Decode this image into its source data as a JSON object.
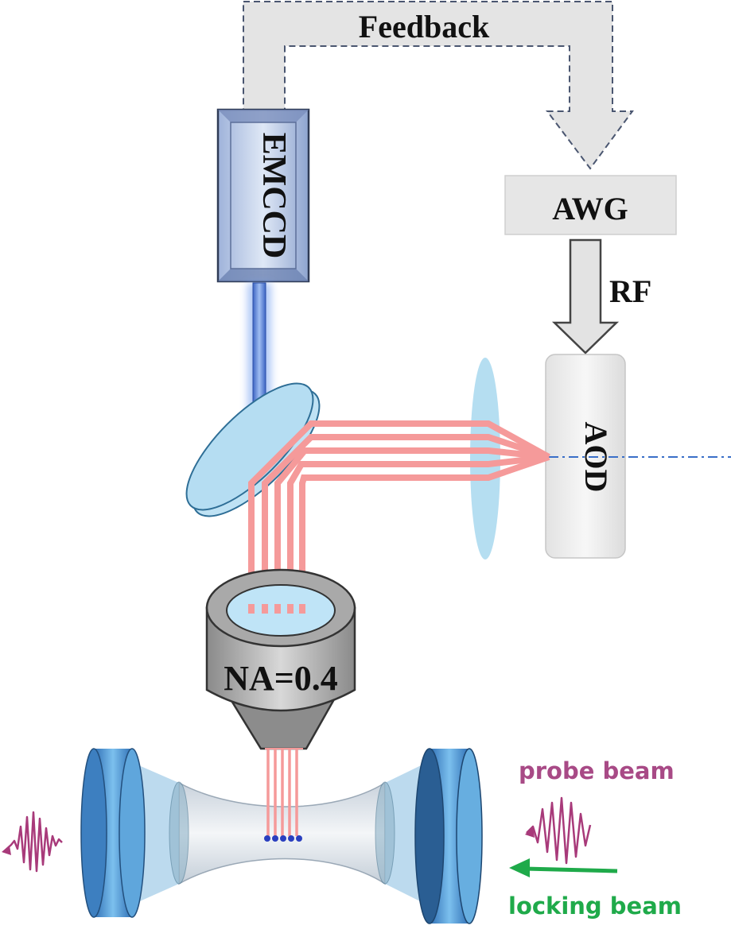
{
  "labels": {
    "feedback": "Feedback",
    "emccd": "EMCCD",
    "awg": "AWG",
    "rf": "RF",
    "aod": "AOD",
    "objective": "NA=0.4",
    "probe_beam": "probe beam",
    "locking_beam": "locking beam"
  },
  "colors": {
    "laser_beam": "#f59a9a",
    "emccd_beam": "#5a86d8",
    "cavity_mirror": "#5aa0d8",
    "optics_blue": "#a8d8ef",
    "probe_beam": "#a83a7a",
    "locking_beam": "#1faa4a",
    "atoms": "#2a3fbf",
    "gray_box": "#e6e6e6",
    "dashdot_axis": "#3a6fc8"
  },
  "icons": {
    "feedback_arrow": "dashed-feedback-arrow-icon",
    "rf_arrow": "down-arrow-icon",
    "probe_wave": "wave-packet-icon",
    "locking_arrow": "left-arrow-icon"
  }
}
